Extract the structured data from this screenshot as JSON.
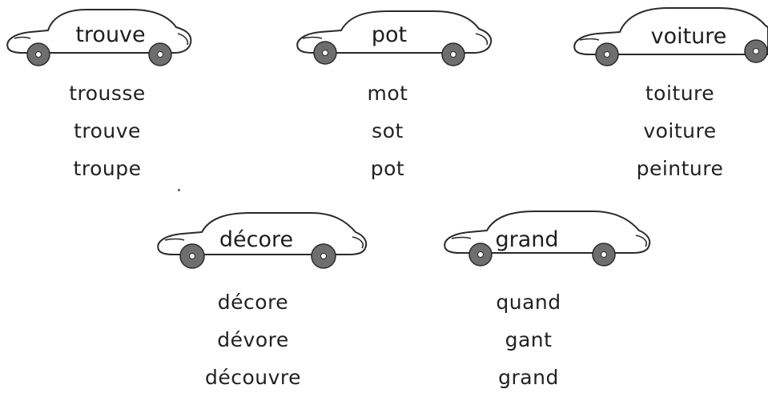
{
  "cars": [
    {
      "id": "trouve",
      "word": "trouve",
      "choices": [
        "trousse",
        "trouve",
        "troupe"
      ]
    },
    {
      "id": "pot",
      "word": "pot",
      "choices": [
        "mot",
        "sot",
        "pot"
      ]
    },
    {
      "id": "voiture",
      "word": "voiture",
      "choices": [
        "toiture",
        "voiture",
        "peinture"
      ]
    },
    {
      "id": "decore",
      "word": "décore",
      "choices": [
        "décore",
        "dévore",
        "découvre"
      ]
    },
    {
      "id": "grand",
      "word": "grand",
      "choices": [
        "quand",
        "gant",
        "grand"
      ]
    }
  ],
  "colors": {
    "outline": "#2a2a2a",
    "wheel": "#6e6e6e",
    "text": "#222222",
    "background": "#ffffff"
  }
}
